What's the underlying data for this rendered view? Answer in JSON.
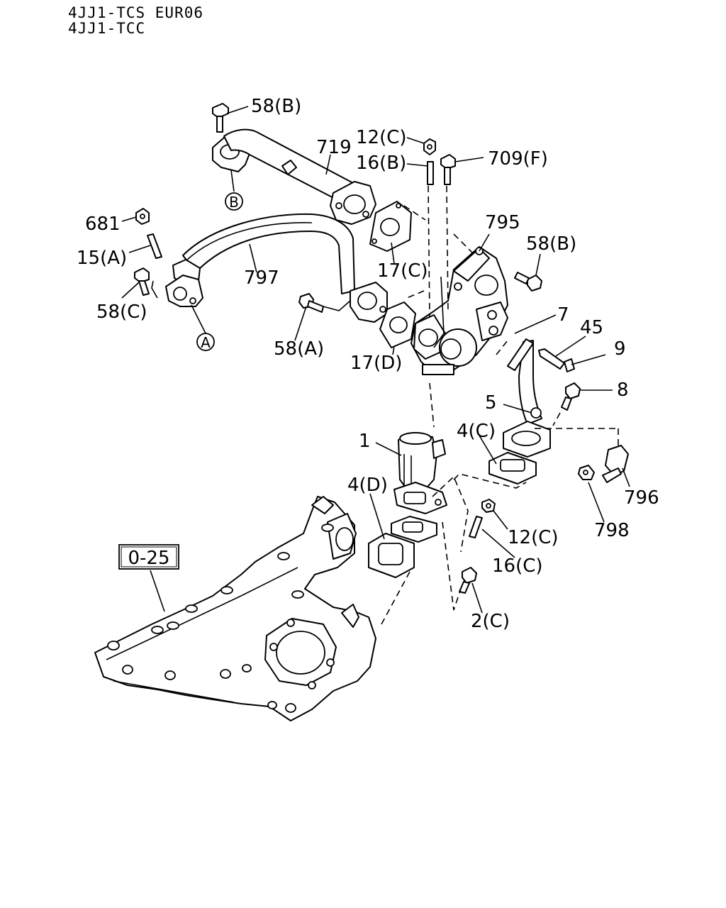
{
  "header": {
    "line1": "4JJ1-TCS EUR06",
    "line2": "4JJ1-TCC"
  },
  "ref_box": "0-25",
  "callouts": {
    "c58b_top": "58(B)",
    "c719": "719",
    "c12c_top": "12(C)",
    "c16b": "16(B)",
    "c709f": "709(F)",
    "circle_b": "B",
    "c681": "681",
    "c15a": "15(A)",
    "c797": "797",
    "c58c": "58(C)",
    "circle_a": "A",
    "c17c": "17(C)",
    "c795": "795",
    "c58b_right": "58(B)",
    "c58a": "58(A)",
    "c17d": "17(D)",
    "c7": "7",
    "c45": "45",
    "c9": "9",
    "c8": "8",
    "c5": "5",
    "c1": "1",
    "c4c": "4(C)",
    "c4d": "4(D)",
    "c796": "796",
    "c12c_bottom": "12(C)",
    "c798": "798",
    "c16c": "16(C)",
    "c2c": "2(C)"
  }
}
